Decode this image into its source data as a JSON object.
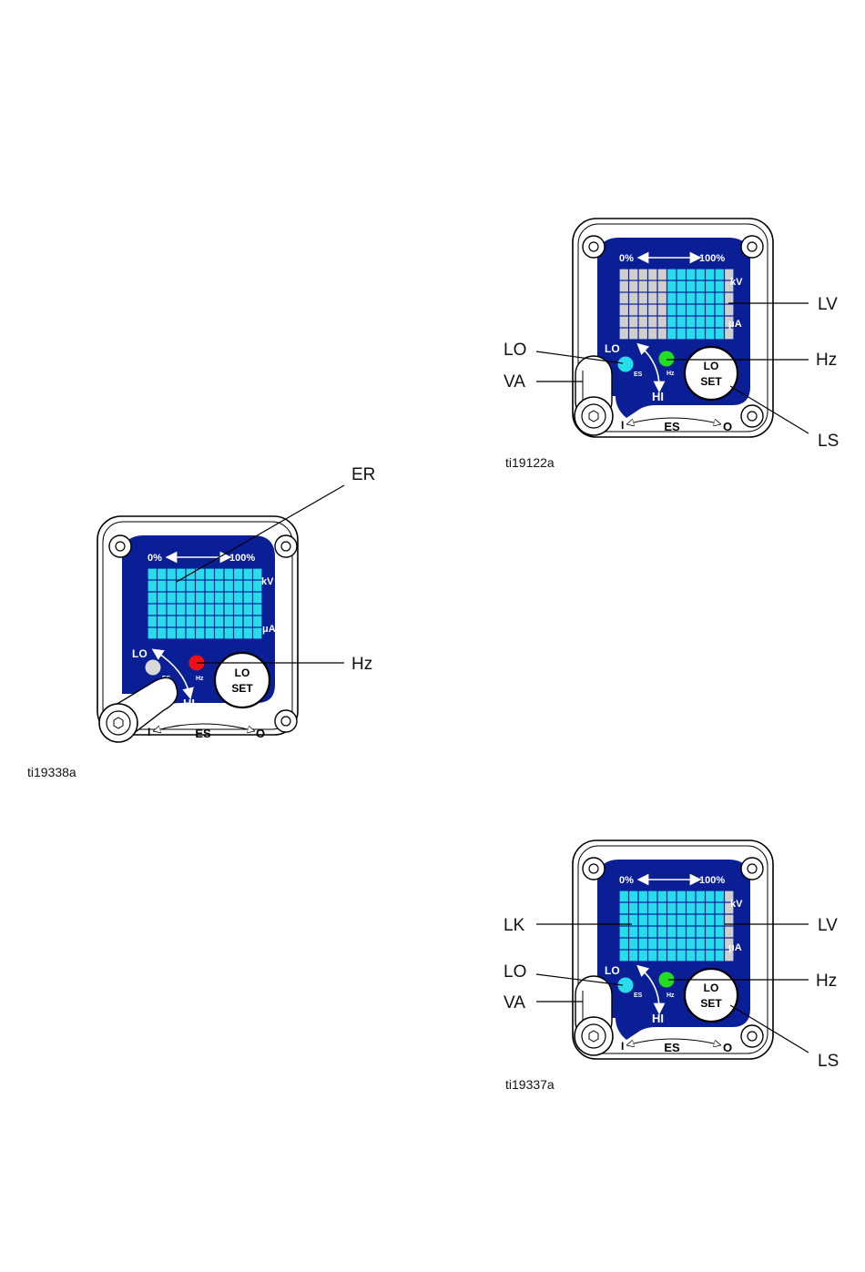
{
  "colors": {
    "panel_blue": "#0a1e96",
    "lit_cell": "#28dcec",
    "unlit_cell": "#cfcfcf",
    "led_cyan": "#28dcec",
    "led_green": "#22dd22",
    "led_red": "#ee1111",
    "led_gray": "#d8d8d8"
  },
  "display": {
    "scale_left": "0%",
    "scale_right": "100%",
    "kv_label": "kV",
    "ua_label": "μA",
    "lo_label": "LO",
    "hi_label": "HI",
    "es_small": "ES",
    "hz_small": "Hz",
    "button_line1": "LO",
    "button_line2": "SET",
    "switch_on": "I",
    "switch_label": "ES",
    "switch_off": "O"
  },
  "figures": [
    {
      "id": "ti19122a",
      "led_es": "cyan",
      "led_hz": "green",
      "lit_columns": [
        5,
        6,
        7,
        8,
        9,
        10
      ],
      "callouts": {
        "lv": "LV",
        "lo": "LO",
        "hz": "Hz",
        "va": "VA",
        "ls": "LS"
      }
    },
    {
      "id": "ti19338a",
      "led_es": "gray",
      "led_hz": "red",
      "lit_columns": [
        0,
        1,
        2,
        3,
        4,
        5,
        6,
        7,
        8,
        9,
        10,
        11
      ],
      "callouts": {
        "er": "ER",
        "hz": "Hz"
      }
    },
    {
      "id": "ti19337a",
      "led_es": "cyan",
      "led_hz": "green",
      "lit_columns": [
        0,
        1,
        2,
        3,
        4,
        5,
        6,
        7,
        8,
        9,
        10
      ],
      "callouts": {
        "lk": "LK",
        "lv": "LV",
        "lo": "LO",
        "hz": "Hz",
        "va": "VA",
        "ls": "LS"
      }
    }
  ]
}
